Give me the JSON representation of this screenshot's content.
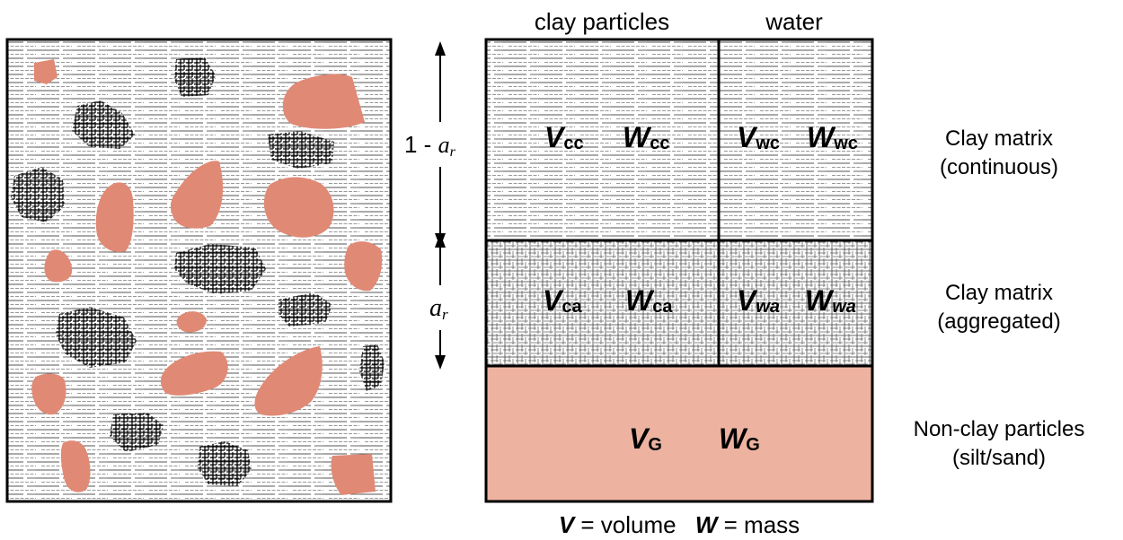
{
  "headers": {
    "clay": "clay particles",
    "water": "water"
  },
  "ar": {
    "one_minus_prefix": "1 - ",
    "symbol": "a",
    "subscript": "r"
  },
  "cells": {
    "vcc": {
      "sym": "V",
      "sub": "cc"
    },
    "wcc": {
      "sym": "W",
      "sub": "cc"
    },
    "vwc": {
      "sym": "V",
      "sub": "wc"
    },
    "wwc": {
      "sym": "W",
      "sub": "wc"
    },
    "vca": {
      "sym": "V",
      "sub": "ca"
    },
    "wca": {
      "sym": "W",
      "sub": "ca"
    },
    "vwa": {
      "sym": "V",
      "sub": "wa"
    },
    "wwa": {
      "sym": "W",
      "sub": "wa"
    },
    "vg": {
      "sym": "V",
      "sub": "G"
    },
    "wg": {
      "sym": "W",
      "sub": "G"
    }
  },
  "side_labels": {
    "continuous": [
      "Clay matrix",
      "(continuous)"
    ],
    "aggregated": [
      "Clay matrix",
      "(aggregated)"
    ],
    "nonclay": [
      "Non-clay particles",
      "(silt/sand)"
    ]
  },
  "footer": {
    "v_sym": "V",
    "v_text": " = volume",
    "w_sym": "W",
    "w_text": " = mass"
  },
  "colors": {
    "particle": "#E08A76",
    "nonclay_fill": "#EDB3A0",
    "stroke": "#000000",
    "hatch": "#555555"
  }
}
